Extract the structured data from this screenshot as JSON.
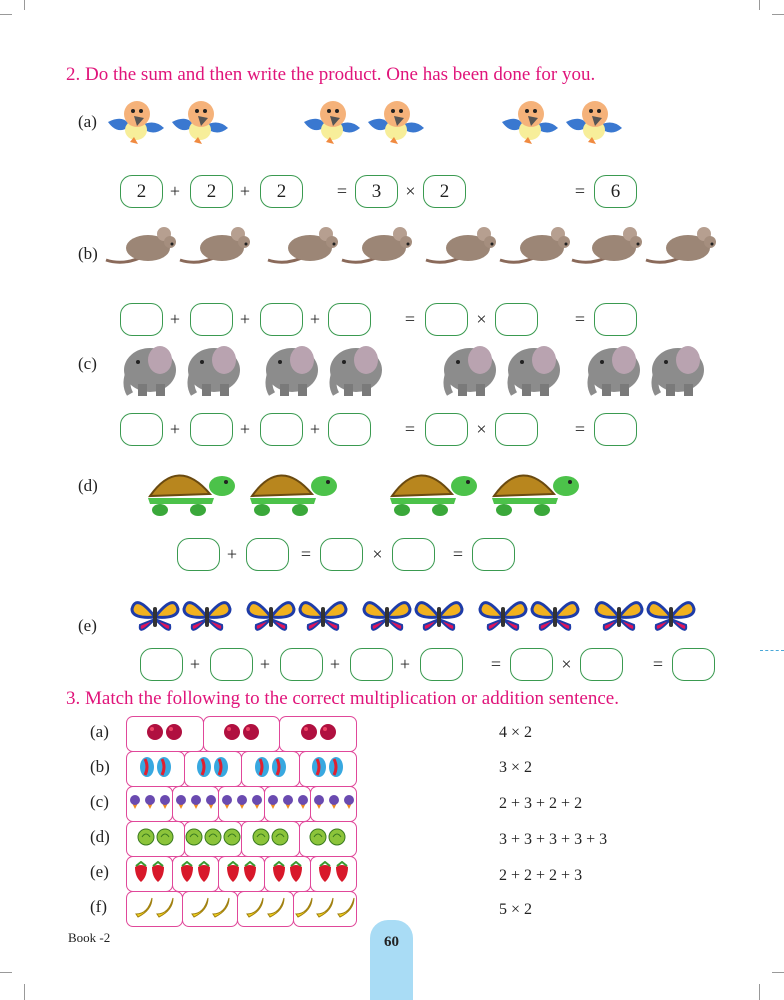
{
  "q2": {
    "title": "2. Do the sum and then write the product. One has been done for you.",
    "rows": [
      {
        "label": "(a)",
        "picture": "bird-icon",
        "groups": [
          2,
          2,
          2
        ],
        "addends": [
          "2",
          "2",
          "2"
        ],
        "factors": [
          "3",
          "2"
        ],
        "product": "6"
      },
      {
        "label": "(b)",
        "picture": "mouse-icon",
        "groups": [
          2,
          2,
          2,
          2
        ],
        "addends": [
          "",
          "",
          "",
          ""
        ],
        "factors": [
          "",
          ""
        ],
        "product": ""
      },
      {
        "label": "(c)",
        "picture": "elephant-icon",
        "groups": [
          2,
          2,
          2,
          2
        ],
        "addends": [
          "",
          "",
          "",
          ""
        ],
        "factors": [
          "",
          ""
        ],
        "product": ""
      },
      {
        "label": "(d)",
        "picture": "turtle-icon",
        "groups": [
          2,
          2
        ],
        "addends": [
          "",
          ""
        ],
        "factors": [
          "",
          ""
        ],
        "product": ""
      },
      {
        "label": "(e)",
        "picture": "butterfly-icon",
        "groups": [
          2,
          2,
          2,
          2,
          2
        ],
        "addends": [
          "",
          "",
          "",
          "",
          ""
        ],
        "factors": [
          "",
          ""
        ],
        "product": ""
      }
    ],
    "plus": "+",
    "times": "×",
    "equals": "="
  },
  "q3": {
    "title": "3. Match the following to the correct multiplication or addition sentence.",
    "rows": [
      {
        "label": "(a)",
        "picture": "cherry-icon",
        "cells": [
          2,
          2,
          2
        ]
      },
      {
        "label": "(b)",
        "picture": "balloon-icon",
        "cells": [
          2,
          2,
          2,
          2
        ]
      },
      {
        "label": "(c)",
        "picture": "icecream-icon",
        "cells": [
          3,
          3,
          3,
          3,
          3
        ]
      },
      {
        "label": "(d)",
        "picture": "cabbage-icon",
        "cells": [
          2,
          3,
          2,
          2
        ]
      },
      {
        "label": "(e)",
        "picture": "strawberry-icon",
        "cells": [
          2,
          2,
          2,
          2,
          2
        ]
      },
      {
        "label": "(f)",
        "picture": "banana-icon",
        "cells": [
          2,
          2,
          2,
          3
        ]
      }
    ],
    "sentences": [
      "4 × 2",
      "3 × 2",
      "2 + 3 + 2 + 2",
      "3 + 3 + 3 + 3 + 3",
      "2 + 2 + 2 + 3",
      "5 × 2"
    ]
  },
  "footer": {
    "book": "Book -2",
    "page": "60"
  },
  "colors": {
    "heading": "#e0147a",
    "box_border": "#3a9a50",
    "grid_border": "#e0489a",
    "page_tab": "#a9dcf5"
  }
}
